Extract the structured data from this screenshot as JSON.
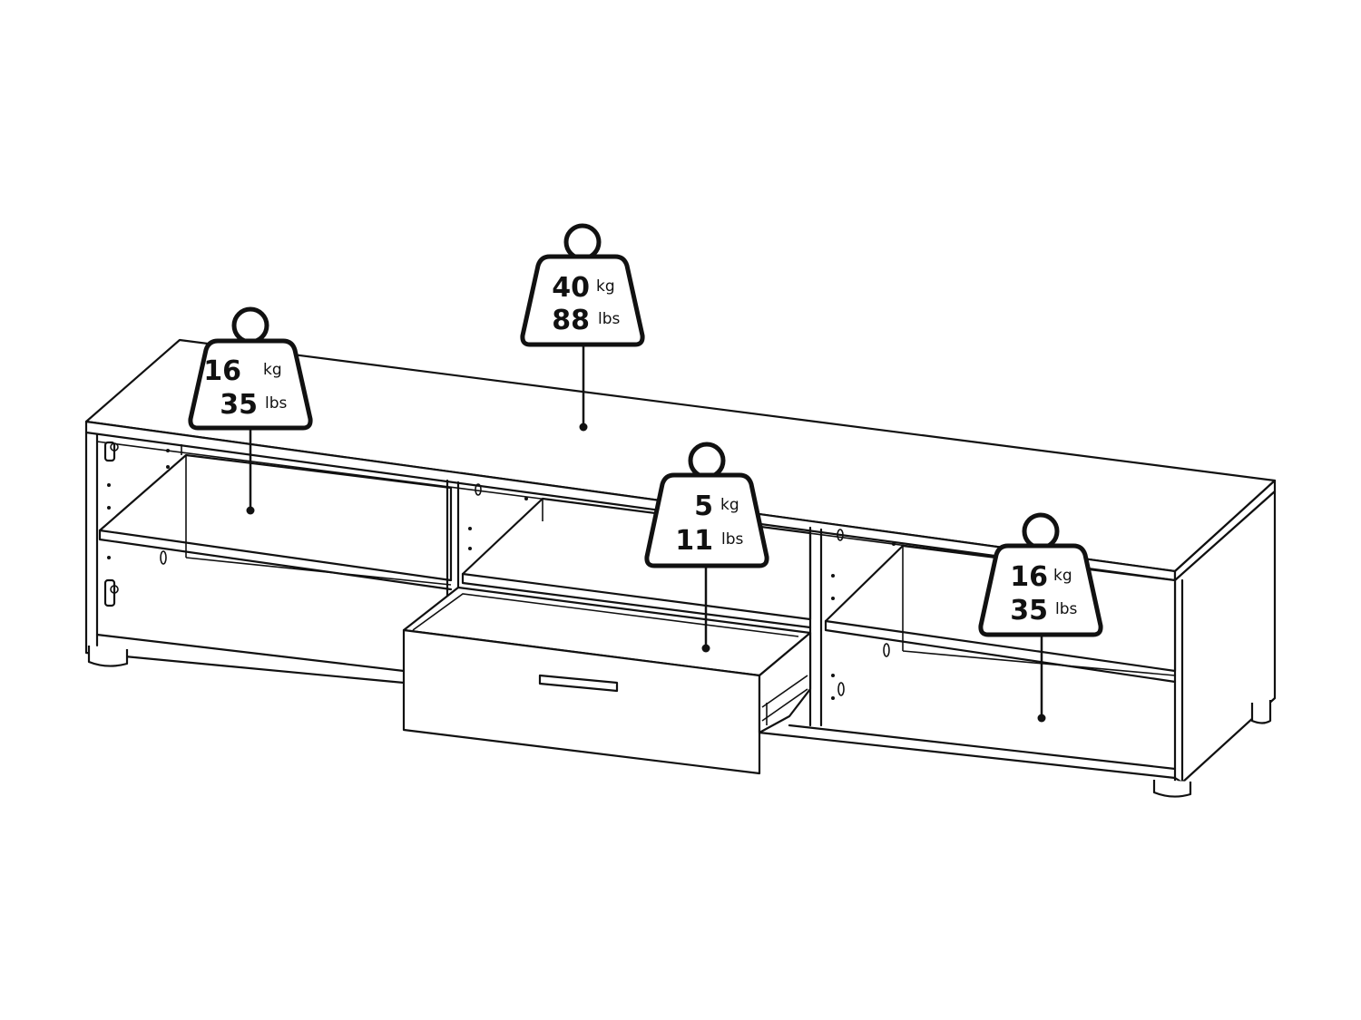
{
  "colors": {
    "line": "#111111",
    "background": "#ffffff"
  },
  "load_labels": [
    {
      "id": "left-shelf",
      "value_kg": "16",
      "unit_kg": "kg",
      "value_lbs": "35",
      "unit_lbs": "lbs"
    },
    {
      "id": "top-surface",
      "value_kg": "40",
      "unit_kg": "kg",
      "value_lbs": "88",
      "unit_lbs": "lbs"
    },
    {
      "id": "drawer",
      "value_kg": "5",
      "unit_kg": "kg",
      "value_lbs": "11",
      "unit_lbs": "lbs"
    },
    {
      "id": "right-shelf",
      "value_kg": "16",
      "unit_kg": "kg",
      "value_lbs": "35",
      "unit_lbs": "lbs"
    }
  ]
}
